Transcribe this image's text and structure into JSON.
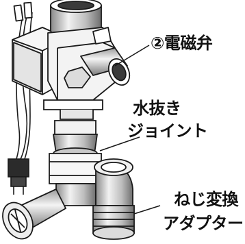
{
  "labels": {
    "solenoid_valve": "②電磁弁",
    "drain_joint_line1": "水抜き",
    "drain_joint_line2": "ジョイント",
    "adapter_line1": "ねじ変換",
    "adapter_line2": "アダプター"
  },
  "colors": {
    "line": "#1a1a1a",
    "body": "#ffffff",
    "shade": "#cfcfcf",
    "dark": "#555555"
  }
}
